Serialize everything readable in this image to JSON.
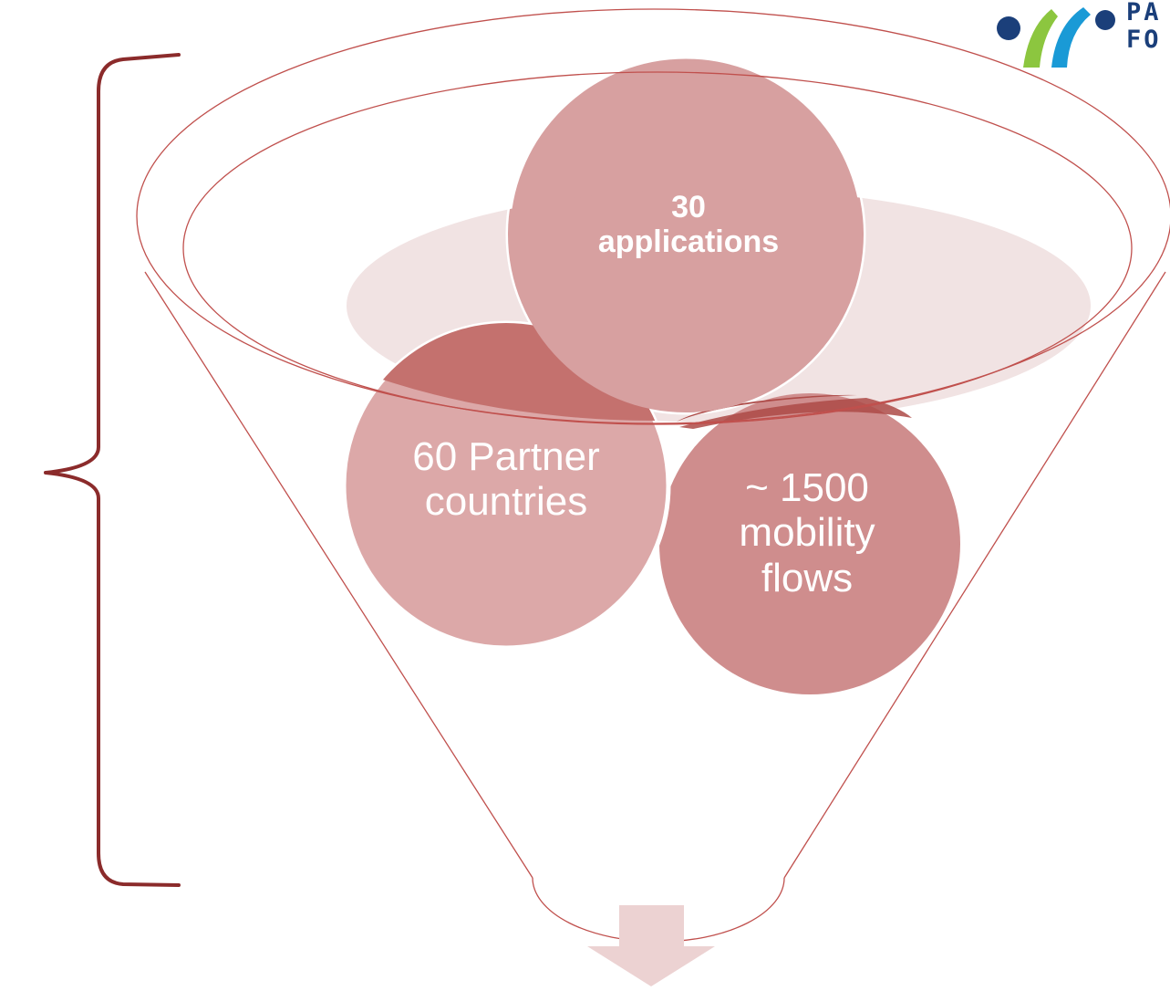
{
  "diagram": {
    "circles": [
      {
        "text": "30 applications",
        "line1": "30",
        "line2": "applications"
      },
      {
        "text": "60 Partner countries",
        "line1": "60 Partner",
        "line2": "countries"
      },
      {
        "text": "~ 1500 mobility flows",
        "line1": "~ 1500",
        "line2": "mobility",
        "line3": "flows"
      }
    ]
  },
  "logo": {
    "line1": "PA",
    "line2": "FO"
  },
  "colors": {
    "funnel_outline": "#c0504d",
    "brace": "#8b2b2b",
    "circle_top": "#d7a0a0",
    "circle_left": "#dca8a8",
    "circle_right": "#cf8d8d",
    "overlap": "#c4716e",
    "overlap_dark": "#ad4a47",
    "shadow_ellipse": "#f1e3e3",
    "arrow": "#ecd2d2",
    "logo_dark_blue": "#1b3f7a",
    "logo_light_blue": "#1a9ad6",
    "logo_green": "#8cc63f"
  }
}
